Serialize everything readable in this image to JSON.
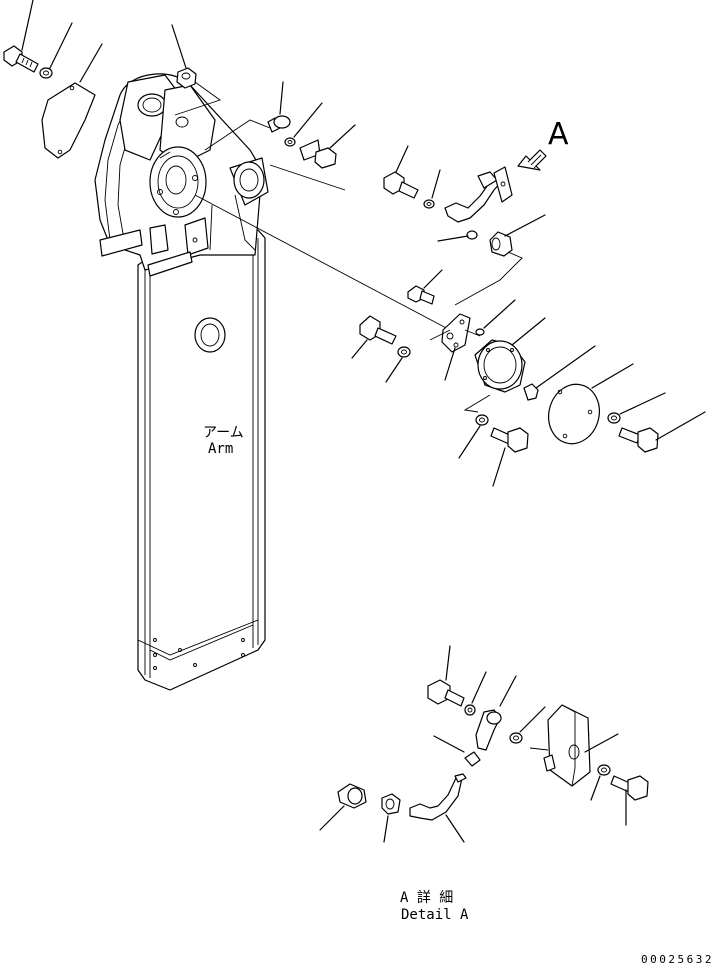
{
  "labels": {
    "arm_jp": "アーム",
    "arm_en": "Arm",
    "view_marker": "A",
    "detail_jp": "A 詳 細",
    "detail_en": "Detail A",
    "drawing_number": "00025632"
  },
  "icons": {
    "view_arrow": "view-direction-arrow-icon"
  }
}
